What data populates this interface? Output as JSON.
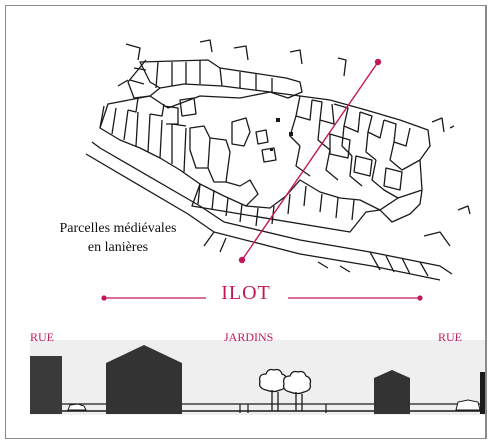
{
  "map_caption": {
    "line1": "Parcelles médiévales",
    "line2": "en lanières"
  },
  "section": {
    "ilot_label": "ILOT",
    "left_label": "RUE",
    "center_label": "JARDINS",
    "right_label": "RUE"
  },
  "colors": {
    "accent": "#c2185b",
    "ink": "#1a1a1a",
    "building_fill": "#3a3a3a"
  }
}
